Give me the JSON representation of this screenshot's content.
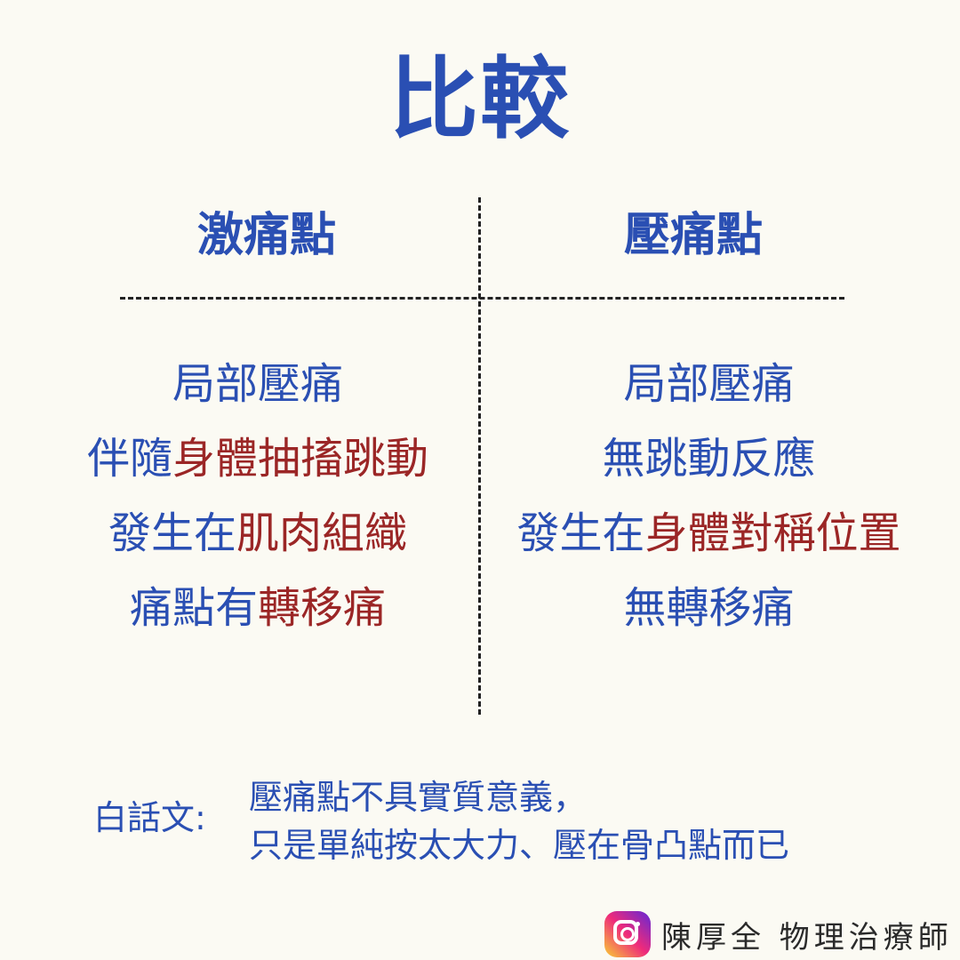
{
  "title": "比較",
  "columns": {
    "left": {
      "heading": "激痛點",
      "items": [
        {
          "parts": [
            {
              "text": "局部壓痛",
              "highlight": false
            }
          ]
        },
        {
          "parts": [
            {
              "text": "伴隨",
              "highlight": false
            },
            {
              "text": "身體抽搐跳動",
              "highlight": true
            }
          ]
        },
        {
          "parts": [
            {
              "text": "發生在",
              "highlight": false
            },
            {
              "text": "肌肉組織",
              "highlight": true
            }
          ]
        },
        {
          "parts": [
            {
              "text": "痛點有",
              "highlight": false
            },
            {
              "text": "轉移痛",
              "highlight": true
            }
          ]
        }
      ]
    },
    "right": {
      "heading": "壓痛點",
      "items": [
        {
          "parts": [
            {
              "text": "局部壓痛",
              "highlight": false
            }
          ]
        },
        {
          "parts": [
            {
              "text": "無跳動反應",
              "highlight": false
            }
          ]
        },
        {
          "parts": [
            {
              "text": "發生在",
              "highlight": false
            },
            {
              "text": "身體對稱位置",
              "highlight": true
            }
          ]
        },
        {
          "parts": [
            {
              "text": "無轉移痛",
              "highlight": false
            }
          ]
        }
      ]
    }
  },
  "note": {
    "label": "白話文:",
    "lines": [
      "壓痛點不具實質意義，",
      "只是單純按太大力、壓在骨凸點而已"
    ]
  },
  "footer": {
    "icon": "instagram-icon",
    "text": "陳厚全 物理治療師"
  },
  "colors": {
    "background": "#fbfaf3",
    "primary_blue": "#2a4fb3",
    "highlight_red": "#9b2626",
    "divider": "#222222"
  }
}
